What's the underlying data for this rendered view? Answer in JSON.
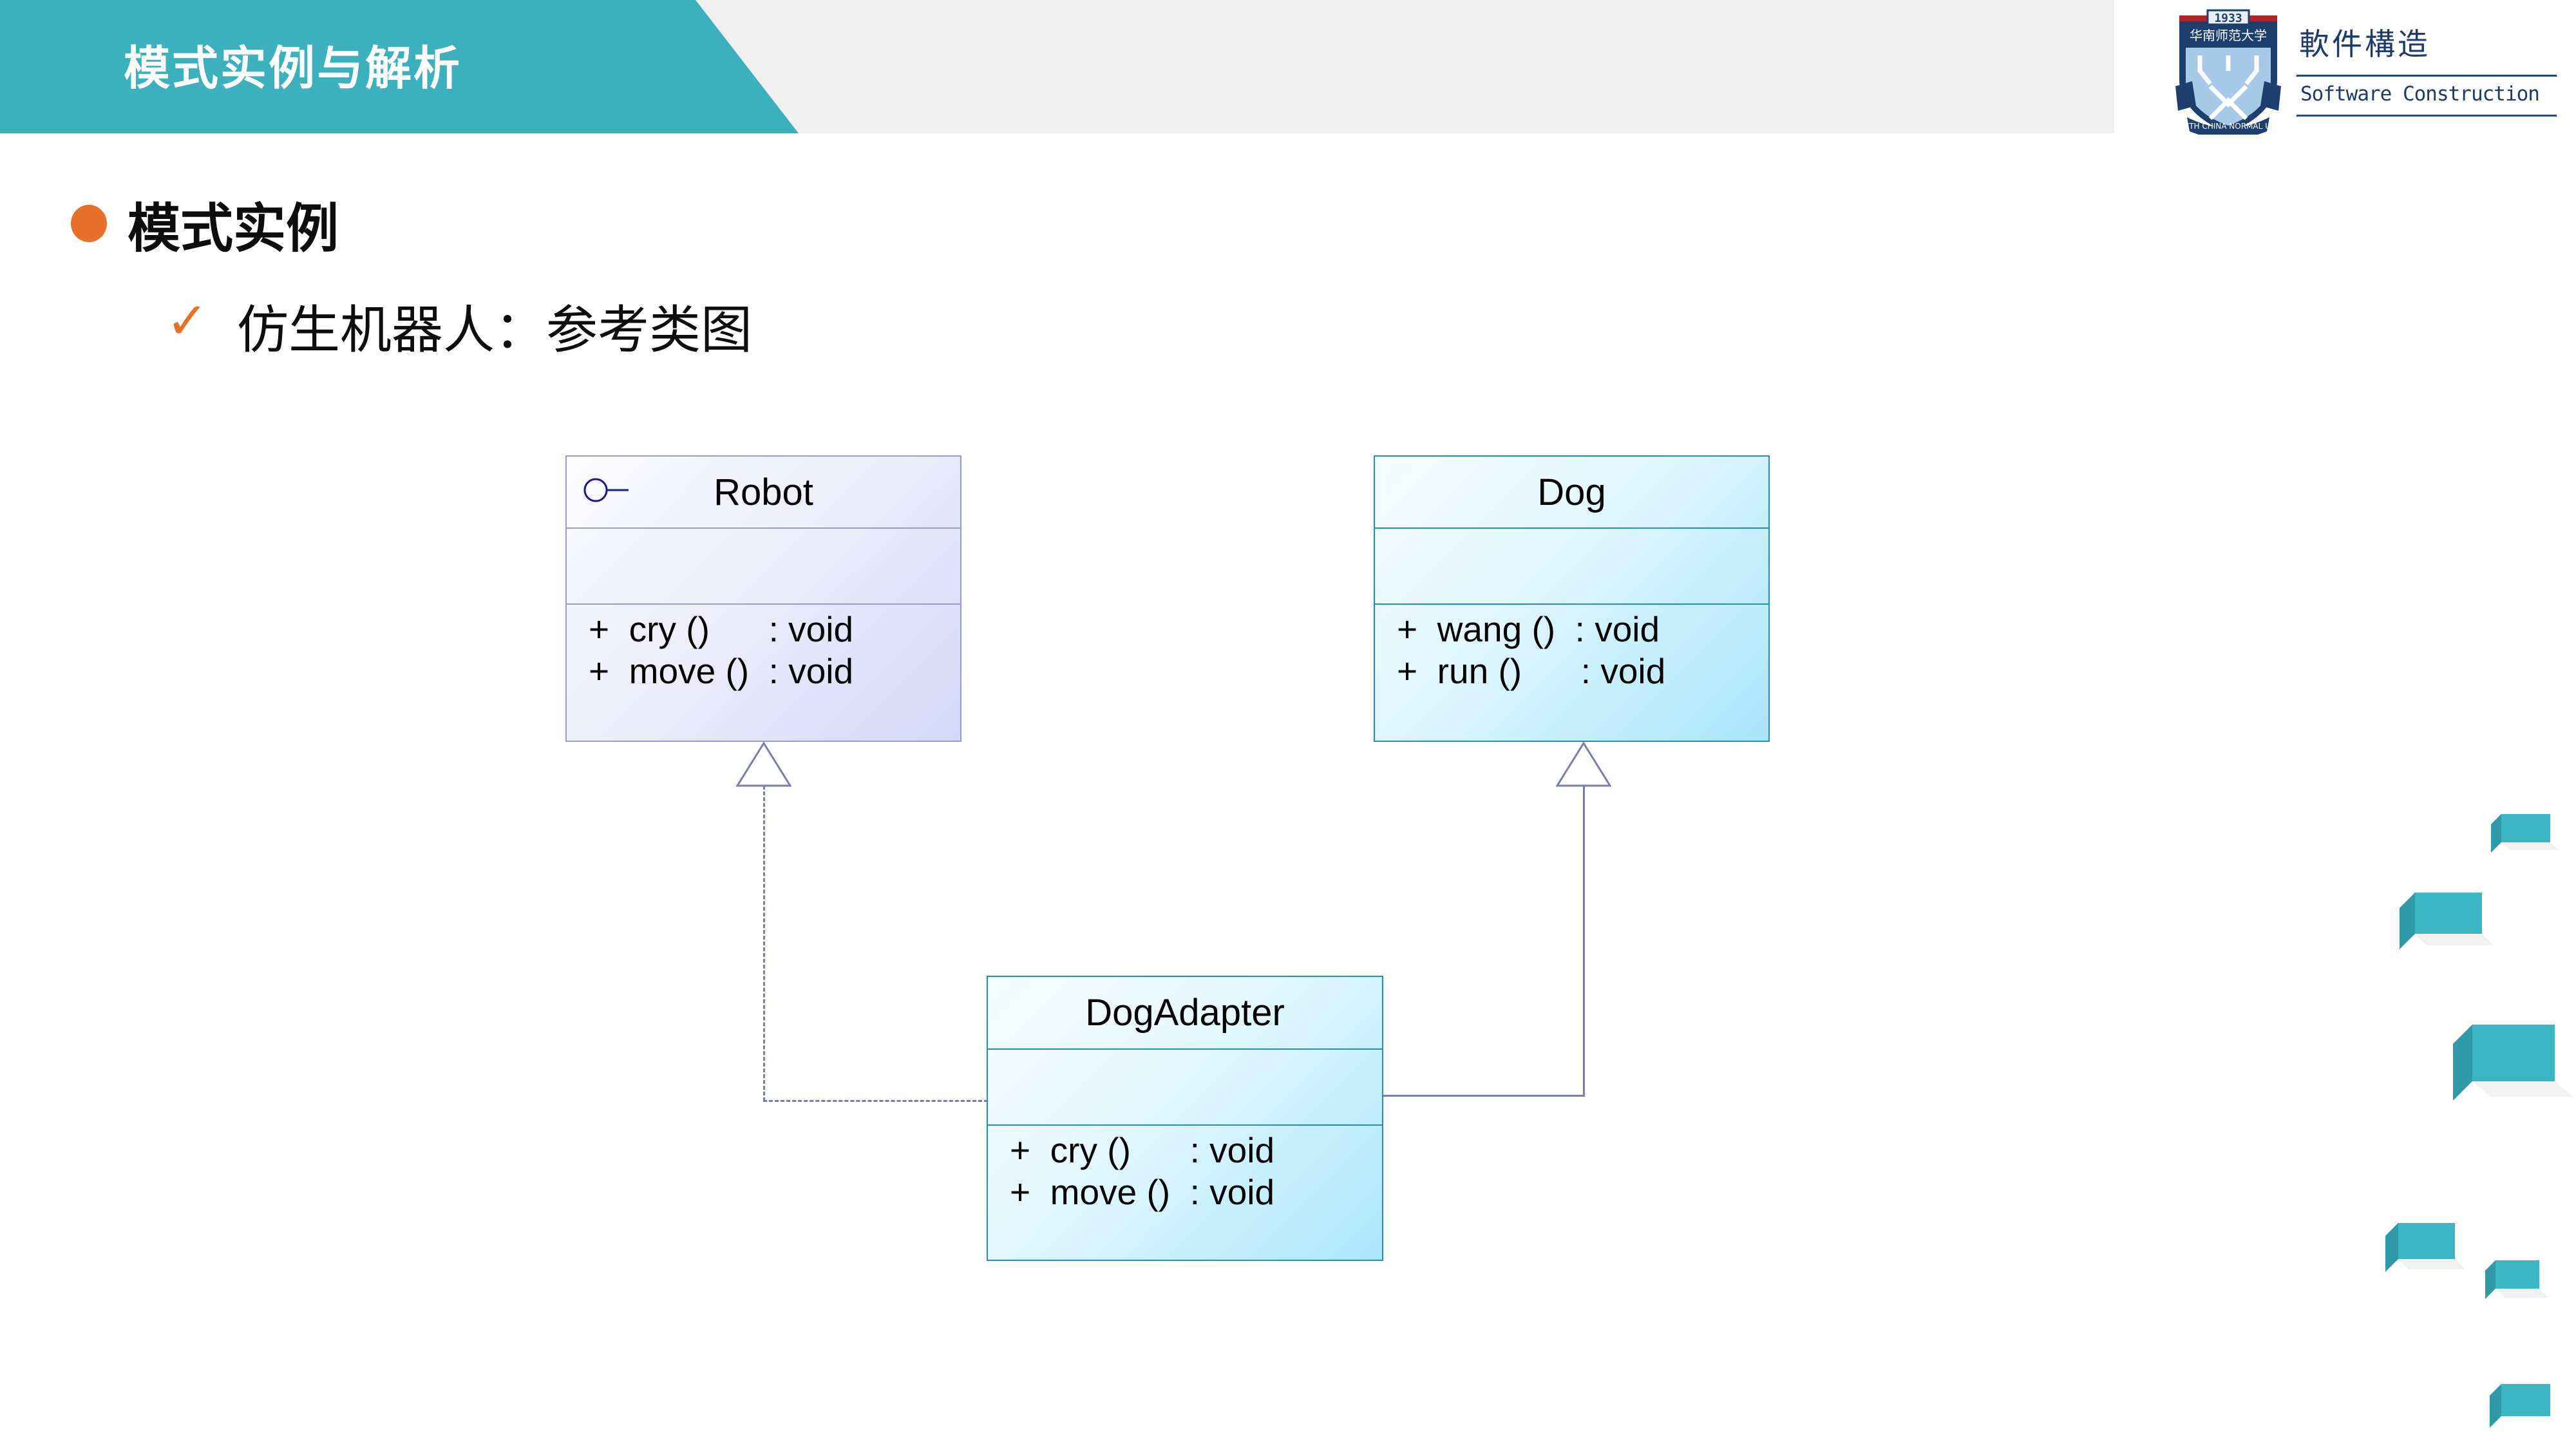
{
  "header": {
    "title": "模式实例与解析",
    "band_color": "#f0f0f0",
    "shape_color": "#3cb0bd"
  },
  "logo": {
    "crest_year": "1933",
    "crest_name_cn": "华南师范大学",
    "crest_name_en": "SOUTH CHINA NORMAL UNIVERSITY",
    "course_cn": "軟件構造",
    "course_en": "Software Construction",
    "color": "#1b3b6f"
  },
  "content": {
    "bullet_icon": "filled-circle-bullet",
    "bullet_1": "模式实例",
    "check_icon": "✓",
    "bullet_2": "仿生机器人：参考类图",
    "accent_color": "#e8702a"
  },
  "diagram": {
    "type": "uml-class-diagram",
    "classes": [
      {
        "id": "robot",
        "name": "Robot",
        "stereotype_icon": "interface-lollipop-icon",
        "attributes": [],
        "operations": [
          "+  cry ()      : void",
          "+  move ()  : void"
        ],
        "fill": "#e6e6fa",
        "border": "#9a9ad4"
      },
      {
        "id": "dog",
        "name": "Dog",
        "stereotype_icon": null,
        "attributes": [],
        "operations": [
          "+  wang ()  : void",
          "+  run ()      : void"
        ],
        "fill": "#c8eefc",
        "border": "#1f8fc4"
      },
      {
        "id": "dogadapter",
        "name": "DogAdapter",
        "stereotype_icon": null,
        "attributes": [],
        "operations": [
          "+  cry ()      : void",
          "+  move ()  : void"
        ],
        "fill": "#c8eefc",
        "border": "#1f8fc4"
      }
    ],
    "relations": [
      {
        "from": "dogadapter",
        "to": "robot",
        "kind": "realization",
        "line": "dashed",
        "arrow": "hollow-triangle"
      },
      {
        "from": "dogadapter",
        "to": "dog",
        "kind": "generalization",
        "line": "solid",
        "arrow": "hollow-triangle"
      }
    ],
    "line_color": "#7b7bb5"
  },
  "decor": {
    "cube_color": "#3cb6c3",
    "cubes": [
      {
        "w": 70,
        "h": 48
      },
      {
        "w": 108,
        "h": 70
      },
      {
        "w": 165,
        "h": 98
      },
      {
        "w": 88,
        "h": 55
      },
      {
        "w": 66,
        "h": 42
      },
      {
        "w": 80,
        "h": 52
      }
    ]
  }
}
